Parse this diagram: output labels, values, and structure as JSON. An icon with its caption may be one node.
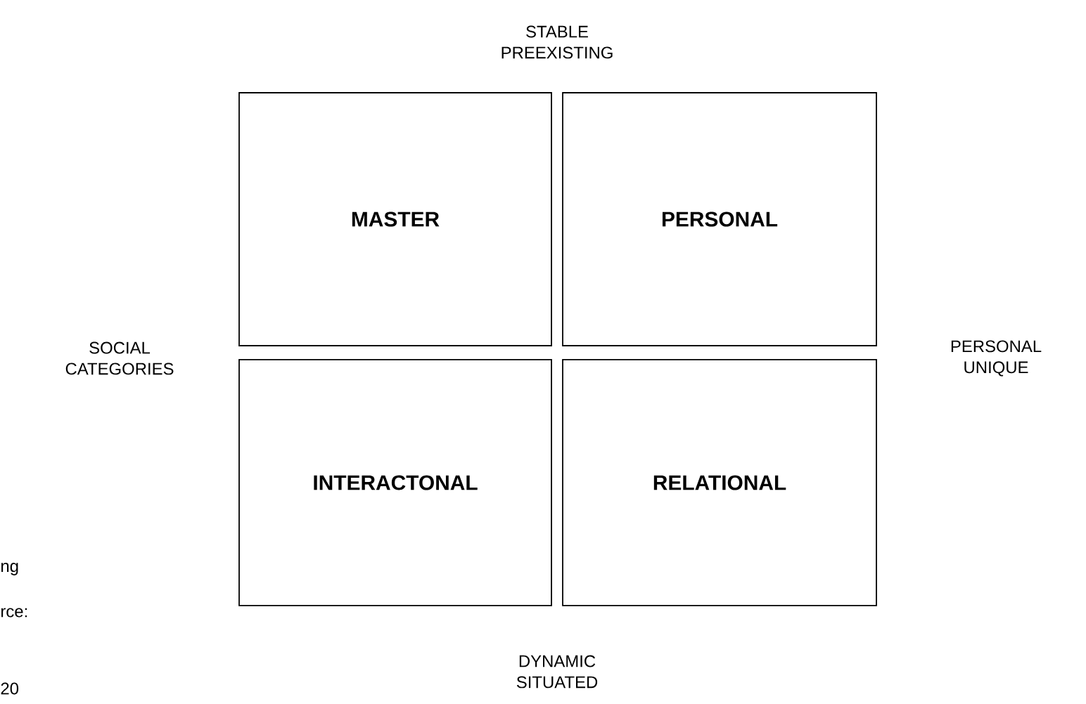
{
  "diagram": {
    "nodes": [
      {
        "text": [
          "MASTER"
        ]
      },
      {
        "text": [
          "PERSONAL"
        ]
      },
      {
        "text": [
          "INTERACTONAL"
        ]
      },
      {
        "text": [
          "RELATIONAL"
        ]
      }
    ],
    "labels": [
      "STABLE PREEXISTING",
      "SOCIAL CATEGORIES",
      "PERSONAL UNIQUE",
      "ng",
      "rce:",
      "DYNAMIC SITUATED",
      "20"
    ]
  }
}
